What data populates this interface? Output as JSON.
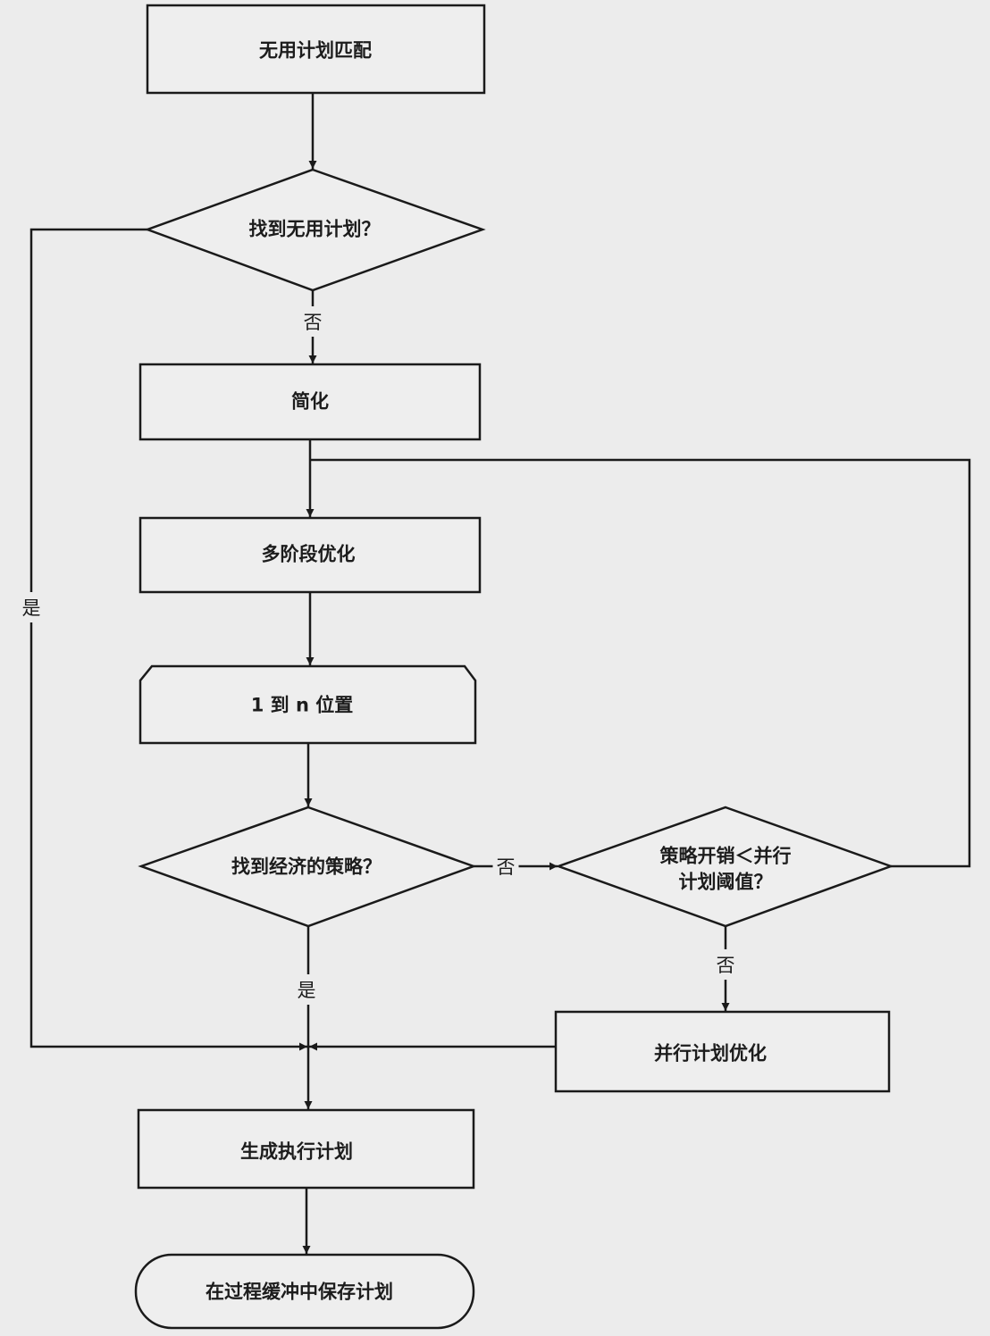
{
  "nodes": {
    "unused_plan_match": "无用计划匹配",
    "found_unused_plan": "找到无用计划？",
    "simplify": "简化",
    "multi_phase_opt": "多阶段优化",
    "one_to_n_position": "1 到 n 位置",
    "found_cheap_strategy": "找到经济的策略？",
    "cost_vs_parallel_line1": "策略开销＜并行",
    "cost_vs_parallel_line2": "计划阈值？",
    "parallel_plan_opt": "并行计划优化",
    "generate_exec_plan": "生成执行计划",
    "save_plan_in_cache": "在过程缓冲中保存计划"
  },
  "edges": {
    "no_1": "否",
    "yes_1": "是",
    "no_2": "否",
    "yes_2": "是",
    "no_3": "否"
  }
}
